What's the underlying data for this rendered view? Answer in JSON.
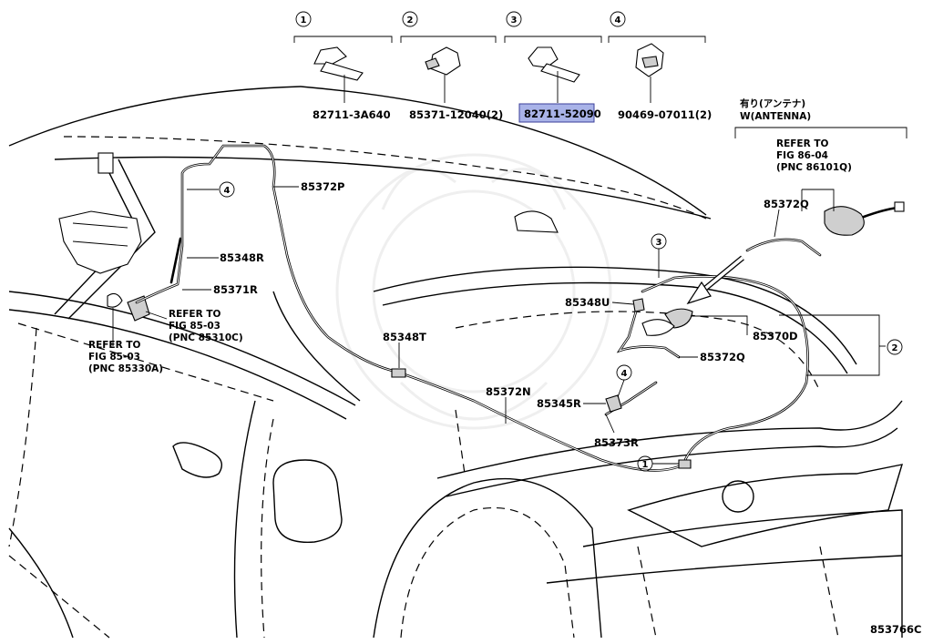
{
  "header_parts": [
    {
      "num": "1",
      "part_no": "82711-3A640"
    },
    {
      "num": "2",
      "part_no": "85371-12040(2)"
    },
    {
      "num": "3",
      "part_no": "82711-52090",
      "highlighted": true
    },
    {
      "num": "4",
      "part_no": "90469-07011(2)"
    }
  ],
  "antenna_option": {
    "line1": "有り(アンテナ)",
    "line2": "W(ANTENNA)"
  },
  "callouts": {
    "p85372P": "85372P",
    "p85348R": "85348R",
    "p85371R": "85371R",
    "p85348T": "85348T",
    "p85372N": "85372N",
    "p85345R": "85345R",
    "p85373R": "85373R",
    "p85348U": "85348U",
    "p85370D": "85370D",
    "p85372Q_lower": "85372Q",
    "p85372Q_upper": "85372Q"
  },
  "refer_notes": {
    "fig_85_03_c": [
      "REFER TO",
      "FIG 85-03",
      "(PNC 85310C)"
    ],
    "fig_85_03_a": [
      "REFER TO",
      "FIG 85-03",
      "(PNC 85330A)"
    ],
    "fig_86_04": [
      "REFER TO",
      "FIG 86-04",
      "(PNC 86101Q)"
    ]
  },
  "circle_markers": {
    "m4_left": "4",
    "m3_center": "3",
    "m4_center": "4",
    "m1_bottom": "1",
    "m2_right": "2"
  },
  "figure_code": "853766C",
  "colors": {
    "highlight_fill": "#a9b3e8",
    "highlight_border": "#3b3f9a",
    "line": "#000000"
  }
}
